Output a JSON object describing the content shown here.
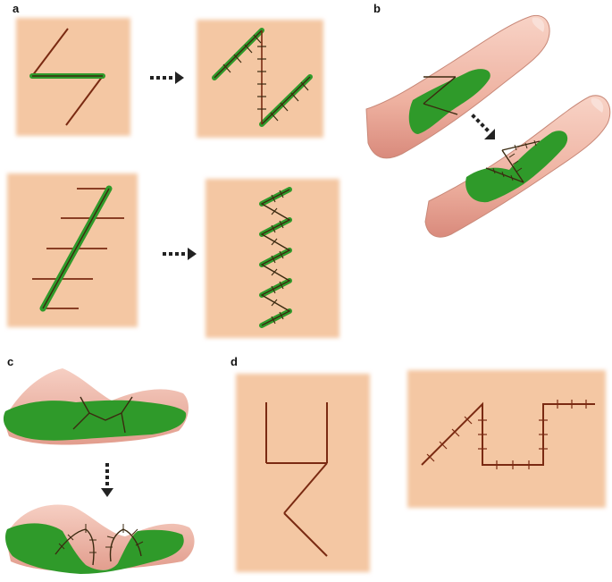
{
  "panels": {
    "a": "a",
    "b": "b",
    "c": "c",
    "d": "d"
  },
  "colors": {
    "skin_square": "#f4c7a3",
    "incision": "#7a2a12",
    "flap_green": "#2f9a2a",
    "finger_skin": "#f1b7a6",
    "arrow": "#222222"
  }
}
